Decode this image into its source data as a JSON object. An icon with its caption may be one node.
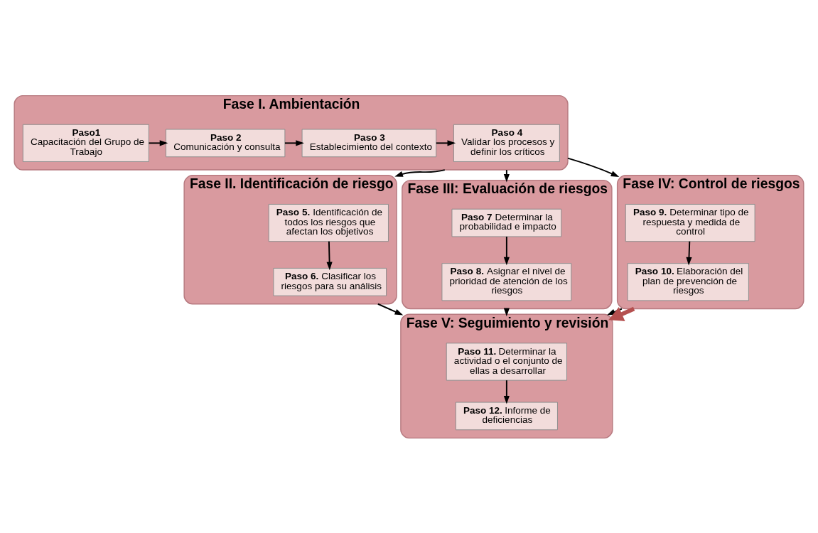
{
  "diagram": {
    "nodes": [
      {
        "text": [
          "Fase I. Ambientación"
        ]
      },
      {
        "text": [
          "Paso1",
          "Capacitación del Grupo de Trabajo"
        ],
        "in": 0
      },
      {
        "text": [
          "Paso 2",
          "Comunicación y consulta"
        ],
        "in": 0
      },
      {
        "text": [
          "Paso 3",
          "Establecimiento del contexto"
        ],
        "in": 0
      },
      {
        "text": [
          "Paso 4",
          "Validar los procesos y definir los críticos"
        ],
        "in": 0
      },
      {
        "text": [
          "Fase II. Identificación de riesgo"
        ]
      },
      {
        "text": [
          "**Paso 5.** Identificación de todos los riesgos que afectan los objetivos"
        ],
        "in": 5
      },
      {
        "text": [
          "**Paso 6.** Clasificar los riesgos para su análisis"
        ],
        "in": 5
      },
      {
        "text": [
          "Fase III: Evaluación de riesgos"
        ]
      },
      {
        "text": [
          "**Paso 7** Determinar la probabilidad e impacto"
        ],
        "in": 8
      },
      {
        "text": [
          "**Paso 8.** Asignar el nivel de prioridad de atención de los riesgos"
        ],
        "in": 8
      },
      {
        "text": [
          "Fase IV: Control de riesgos"
        ]
      },
      {
        "text": [
          "**Paso 9.** Determinar tipo de respuesta y medida de control"
        ],
        "in": 11
      },
      {
        "text": [
          "**Paso 10.** Elaboración del plan de prevención de riesgos"
        ],
        "in": 11
      },
      {
        "text": [
          "Fase V: Seguimiento y revisión"
        ]
      },
      {
        "text": [
          "**Paso 11.** Determinar la actividad o el conjunto de ellas a desarrollar"
        ],
        "in": 14
      },
      {
        "text": [
          "**Paso 12.** Informe de deficiencias"
        ],
        "in": 14
      }
    ],
    "edges": [
      {
        "from": 1,
        "to": 2,
        "arrow": "to"
      },
      {
        "from": 2,
        "to": 3,
        "arrow": "to"
      },
      {
        "from": 3,
        "to": 4,
        "arrow": "to"
      },
      {
        "from": 0,
        "to": 5,
        "arrow": "to"
      },
      {
        "from": 0,
        "to": 8,
        "arrow": "to"
      },
      {
        "from": 0,
        "to": 11,
        "arrow": "to"
      },
      {
        "from": 6,
        "to": 7,
        "arrow": "to"
      },
      {
        "from": 9,
        "to": 10,
        "arrow": "to"
      },
      {
        "from": 12,
        "to": 13,
        "arrow": "to"
      },
      {
        "from": 5,
        "to": 14,
        "arrow": "to"
      },
      {
        "from": 8,
        "to": 14,
        "arrow": "to"
      },
      {
        "from": 11,
        "to": 14,
        "arrow": "to"
      },
      {
        "from": 15,
        "to": 16,
        "arrow": "to"
      },
      {
        "from": 11,
        "to": 14,
        "arrow": "to",
        "style": "thick",
        "color": "#b5504f"
      }
    ]
  }
}
